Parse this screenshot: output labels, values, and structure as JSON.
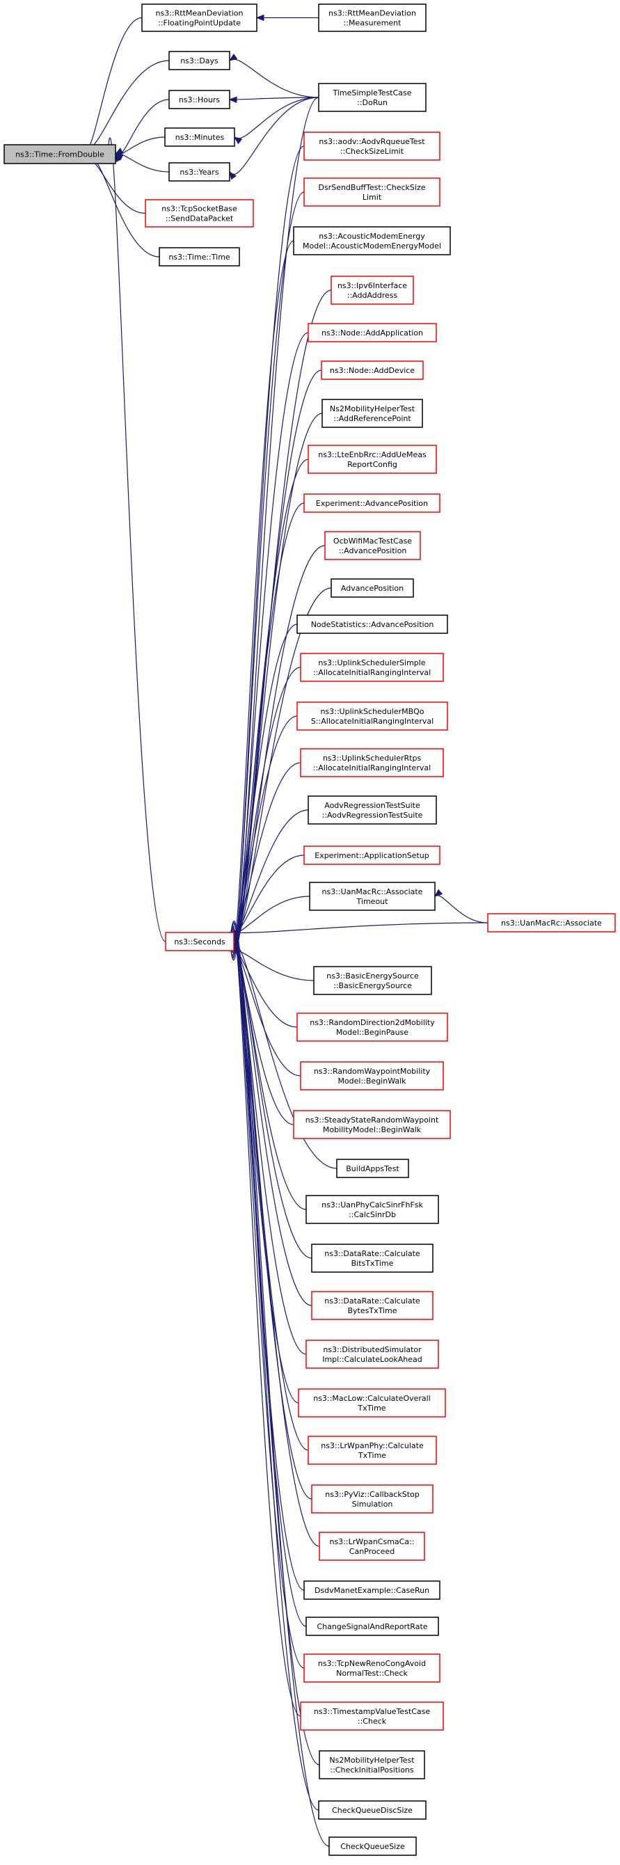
{
  "colors": {
    "edge": "#191970",
    "border_default": "#000000",
    "border_red": "#ff0000",
    "fill_default": "#ffffff",
    "fill_root": "#bfbfbf"
  },
  "nodes": [
    {
      "id": "fromdouble",
      "label": [
        "ns3::Time::FromDouble"
      ],
      "style": "root"
    },
    {
      "id": "rttfp",
      "label": [
        "ns3::RttMeanDeviation",
        "::FloatingPointUpdate"
      ],
      "style": "black"
    },
    {
      "id": "rttmeas",
      "label": [
        "ns3::RttMeanDeviation",
        "::Measurement"
      ],
      "style": "black"
    },
    {
      "id": "days",
      "label": [
        "ns3::Days"
      ],
      "style": "black"
    },
    {
      "id": "hours",
      "label": [
        "ns3::Hours"
      ],
      "style": "black"
    },
    {
      "id": "minutes",
      "label": [
        "ns3::Minutes"
      ],
      "style": "black"
    },
    {
      "id": "years",
      "label": [
        "ns3::Years"
      ],
      "style": "black"
    },
    {
      "id": "tcpsock",
      "label": [
        "ns3::TcpSocketBase",
        "::SendDataPacket"
      ],
      "style": "red"
    },
    {
      "id": "timetime",
      "label": [
        "ns3::Time::Time"
      ],
      "style": "black"
    },
    {
      "id": "dorun",
      "label": [
        "TimeSimpleTestCase",
        "::DoRun"
      ],
      "style": "black"
    },
    {
      "id": "seconds",
      "label": [
        "ns3::Seconds"
      ],
      "style": "red"
    },
    {
      "id": "aodvrq",
      "label": [
        "ns3::aodv::AodvRqueueTest",
        "::CheckSizeLimit"
      ],
      "style": "red"
    },
    {
      "id": "dsrsend",
      "label": [
        "DsrSendBuffTest::CheckSize",
        "Limit"
      ],
      "style": "red"
    },
    {
      "id": "acoustic",
      "label": [
        "ns3::AcousticModemEnergy",
        "Model::AcousticModemEnergyModel"
      ],
      "style": "black"
    },
    {
      "id": "ipv6",
      "label": [
        "ns3::Ipv6Interface",
        "::AddAddress"
      ],
      "style": "red"
    },
    {
      "id": "addapp",
      "label": [
        "ns3::Node::AddApplication"
      ],
      "style": "red"
    },
    {
      "id": "adddev",
      "label": [
        "ns3::Node::AddDevice"
      ],
      "style": "red"
    },
    {
      "id": "ns2ref",
      "label": [
        "Ns2MobilityHelperTest",
        "::AddReferencePoint"
      ],
      "style": "black"
    },
    {
      "id": "lteenb",
      "label": [
        "ns3::LteEnbRrc::AddUeMeas",
        "ReportConfig"
      ],
      "style": "red"
    },
    {
      "id": "expadv",
      "label": [
        "Experiment::AdvancePosition"
      ],
      "style": "red"
    },
    {
      "id": "ocbwifi",
      "label": [
        "OcbWifiMacTestCase",
        "::AdvancePosition"
      ],
      "style": "red"
    },
    {
      "id": "advpos",
      "label": [
        "AdvancePosition"
      ],
      "style": "black"
    },
    {
      "id": "nodestat",
      "label": [
        "NodeStatistics::AdvancePosition"
      ],
      "style": "black"
    },
    {
      "id": "ulsimple",
      "label": [
        "ns3::UplinkSchedulerSimple",
        "::AllocateInitialRangingInterval"
      ],
      "style": "red"
    },
    {
      "id": "ulmbqos",
      "label": [
        "ns3::UplinkSchedulerMBQo",
        "S::AllocateInitialRangingInterval"
      ],
      "style": "red"
    },
    {
      "id": "ulrtps",
      "label": [
        "ns3::UplinkSchedulerRtps",
        "::AllocateInitialRangingInterval"
      ],
      "style": "red"
    },
    {
      "id": "aodvreg",
      "label": [
        "AodvRegressionTestSuite",
        "::AodvRegressionTestSuite"
      ],
      "style": "black"
    },
    {
      "id": "expapp",
      "label": [
        "Experiment::ApplicationSetup"
      ],
      "style": "red"
    },
    {
      "id": "uanassoctimeout",
      "label": [
        "ns3::UanMacRc::Associate",
        "Timeout"
      ],
      "style": "black"
    },
    {
      "id": "uanassoc",
      "label": [
        "ns3::UanMacRc::Associate"
      ],
      "style": "red"
    },
    {
      "id": "basicenergy",
      "label": [
        "ns3::BasicEnergySource",
        "::BasicEnergySource"
      ],
      "style": "black"
    },
    {
      "id": "randdir",
      "label": [
        "ns3::RandomDirection2dMobility",
        "Model::BeginPause"
      ],
      "style": "red"
    },
    {
      "id": "randway",
      "label": [
        "ns3::RandomWaypointMobility",
        "Model::BeginWalk"
      ],
      "style": "red"
    },
    {
      "id": "steadyrw",
      "label": [
        "ns3::SteadyStateRandomWaypoint",
        "MobilityModel::BeginWalk"
      ],
      "style": "red"
    },
    {
      "id": "buildapps",
      "label": [
        "BuildAppsTest"
      ],
      "style": "black"
    },
    {
      "id": "uanphy",
      "label": [
        "ns3::UanPhyCalcSinrFhFsk",
        "::CalcSinrDb"
      ],
      "style": "black"
    },
    {
      "id": "datarate1",
      "label": [
        "ns3::DataRate::Calculate",
        "BitsTxTime"
      ],
      "style": "black"
    },
    {
      "id": "datarate2",
      "label": [
        "ns3::DataRate::Calculate",
        "BytesTxTime"
      ],
      "style": "red"
    },
    {
      "id": "distsim",
      "label": [
        "ns3::DistributedSimulator",
        "Impl::CalculateLookAhead"
      ],
      "style": "red"
    },
    {
      "id": "maclow",
      "label": [
        "ns3::MacLow::CalculateOverall",
        "TxTime"
      ],
      "style": "red"
    },
    {
      "id": "lrwpanphy",
      "label": [
        "ns3::LrWpanPhy::Calculate",
        "TxTime"
      ],
      "style": "red"
    },
    {
      "id": "pyviz",
      "label": [
        "ns3::PyViz::CallbackStop",
        "Simulation"
      ],
      "style": "red"
    },
    {
      "id": "lrwpancsma",
      "label": [
        "ns3::LrWpanCsmaCa::",
        "CanProceed"
      ],
      "style": "red"
    },
    {
      "id": "dsdv",
      "label": [
        "DsdvManetExample::CaseRun"
      ],
      "style": "black"
    },
    {
      "id": "changesig",
      "label": [
        "ChangeSignalAndReportRate"
      ],
      "style": "black"
    },
    {
      "id": "tcpnewreno",
      "label": [
        "ns3::TcpNewRenoCongAvoid",
        "NormalTest::Check"
      ],
      "style": "red"
    },
    {
      "id": "timestamp",
      "label": [
        "ns3::TimestampValueTestCase",
        "::Check"
      ],
      "style": "red"
    },
    {
      "id": "ns2init",
      "label": [
        "Ns2MobilityHelperTest",
        "::CheckInitialPositions"
      ],
      "style": "black"
    },
    {
      "id": "checkqdisc",
      "label": [
        "CheckQueueDiscSize"
      ],
      "style": "black"
    },
    {
      "id": "checkq",
      "label": [
        "CheckQueueSize"
      ],
      "style": "black"
    }
  ]
}
